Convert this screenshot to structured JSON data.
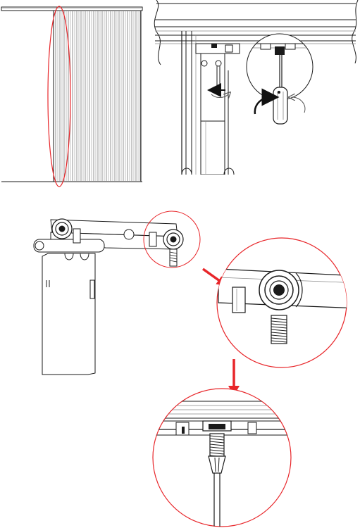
{
  "colors": {
    "line": "#1a1a1a",
    "mid": "#777777",
    "light": "#bdbdbd",
    "highlight": "#e8262a"
  },
  "icons": {
    "screwdriver": "screwdriver-icon",
    "rotate_clockwise": "rotate-clockwise-arrow-icon",
    "rotate_counter": "rotate-counterclockwise-arrow-icon",
    "callout_arrow": "callout-arrow-icon"
  },
  "steps": [
    {
      "name": "panel-edge-highlight",
      "marker": "red-ellipse"
    },
    {
      "name": "adjust-screw-top-track",
      "marker": "rotation-arrows"
    },
    {
      "name": "roller-carrier-detail",
      "marker": "red-magnifier-circle"
    },
    {
      "name": "screw-adjustment-closeup",
      "marker": "red-magnifier-circle"
    }
  ]
}
